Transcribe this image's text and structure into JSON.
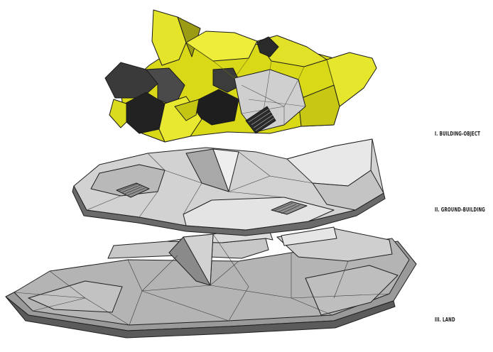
{
  "labels": {
    "building_object": "I. BUILDING-OBJECT",
    "ground_building": "II. GROUND-BUILDING",
    "land": "III. LAND"
  },
  "colors": {
    "building_object": "#d8d81a",
    "ground_building": "#d6d6d6",
    "land": "#a9a9a9",
    "shadow": "#3a3a3a"
  }
}
